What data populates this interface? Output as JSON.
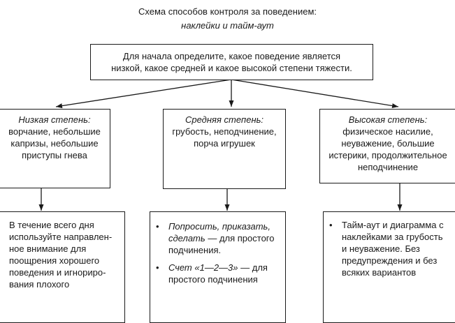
{
  "title": {
    "line1": "Схема способов контроля за поведением:",
    "line2": "наклейки и тайм-аут"
  },
  "top_box": {
    "line1": "Для начала определите, какое поведение является",
    "line2": "низкой, какое средней и какое высокой степени тяжести."
  },
  "levels": {
    "low": {
      "heading": "Низкая степень:",
      "lines": [
        "ворчание, небольшие",
        "капризы, небольшие",
        "приступы гнева"
      ]
    },
    "medium": {
      "heading": "Средняя степень:",
      "lines": [
        "грубость, неподчинение,",
        "порча игрушек"
      ]
    },
    "high": {
      "heading": "Высокая степень:",
      "lines": [
        "физическое насилие,",
        "неуважение, большие",
        "истерики, продолжительное",
        "неподчинение"
      ]
    }
  },
  "actions": {
    "low": {
      "lines": [
        "В течение всего дня",
        "используйте направлен-",
        "ное внимание для",
        "поощрения хорошего",
        "поведения и игнориро-",
        "вания плохого"
      ]
    },
    "medium": {
      "item1": {
        "italic_l1": "Попросить, приказать,",
        "italic_l2": "сделать",
        "rest_l2": " — для простого",
        "rest_l3": "подчинения."
      },
      "item2": {
        "italic_l1": "Счет «1—2—3»",
        "rest_l1": " — для",
        "rest_l2": "простого подчинения"
      }
    },
    "high": {
      "lines": [
        "Тайм-аут и диаграмма с",
        "наклейками за грубость",
        "и неуважение. Без",
        "предупреждения и без",
        "всяких вариантов"
      ]
    }
  }
}
